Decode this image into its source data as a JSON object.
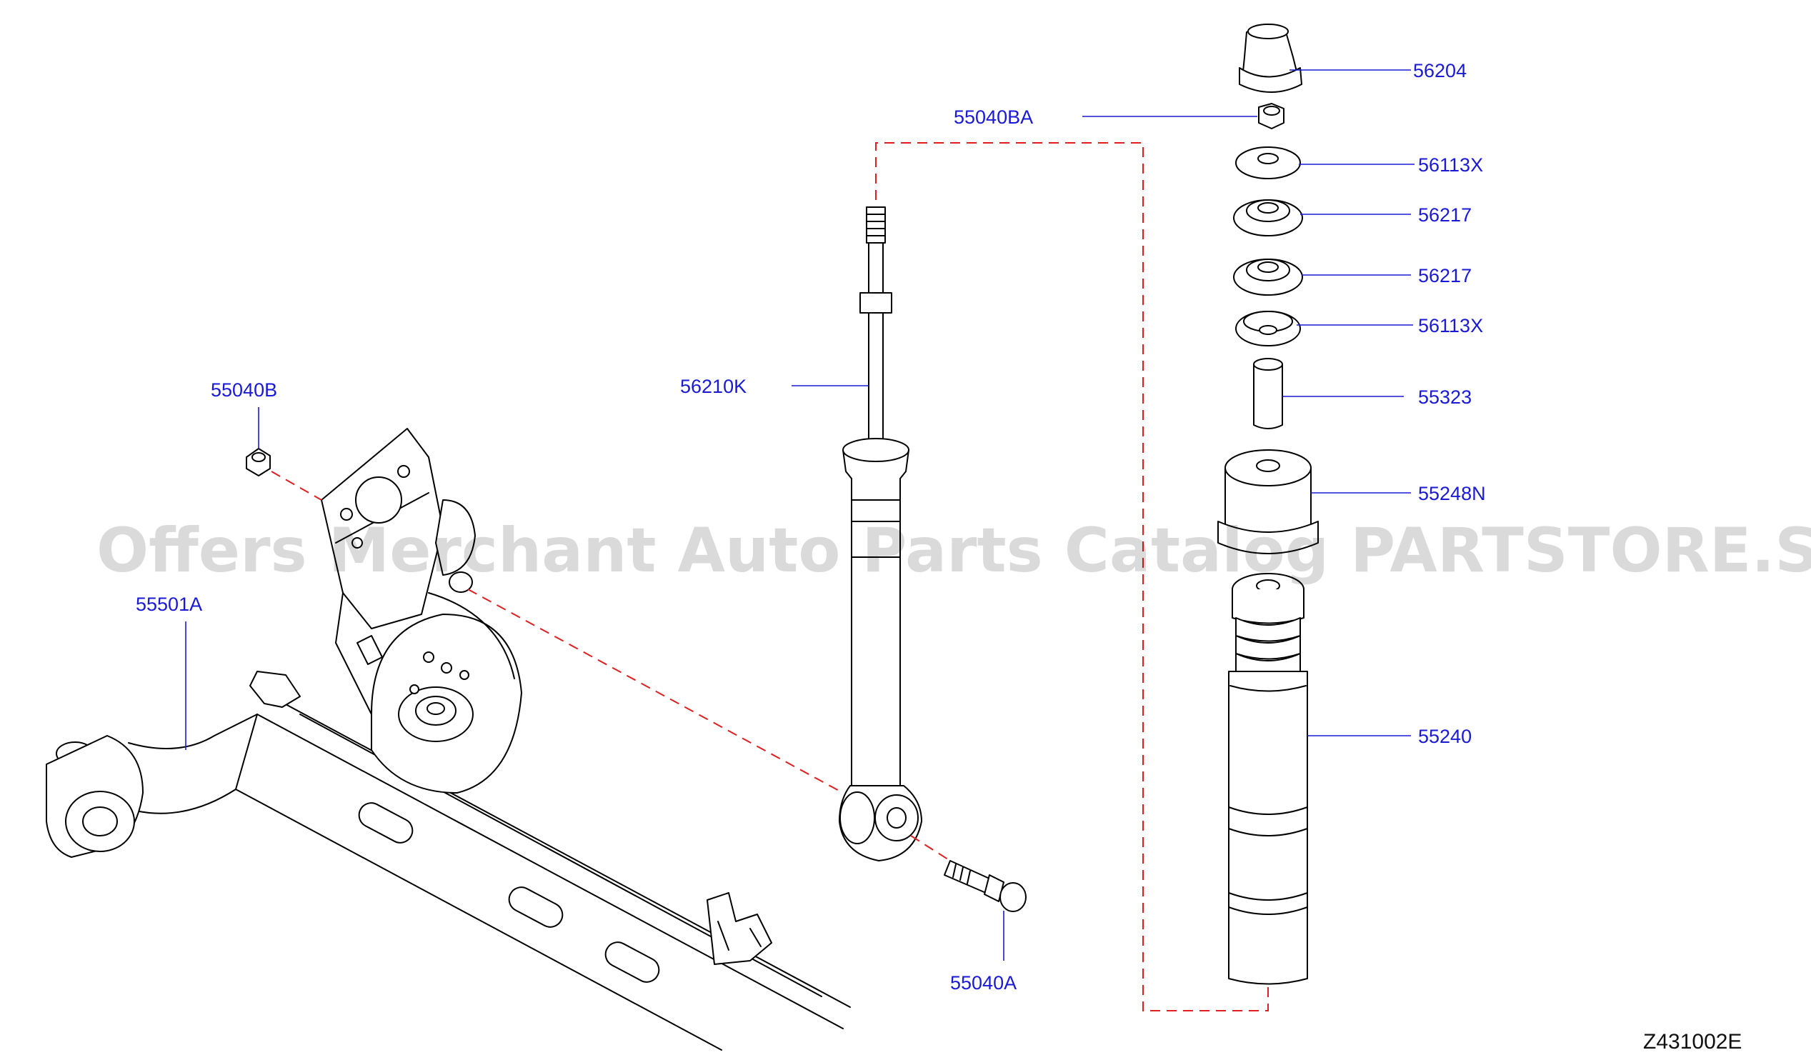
{
  "diagram_code": "Z431002E",
  "watermark": "Offers Merchant Auto Parts Catalog PARTSTORE.SA",
  "part_labels": {
    "p56204": "56204",
    "p55040BA": "55040BA",
    "p56113X_upper": "56113X",
    "p56217_upper": "56217",
    "p56217_lower": "56217",
    "p56113X_lower": "56113X",
    "p55323": "55323",
    "p55248N": "55248N",
    "p55240": "55240",
    "p56210K": "56210K",
    "p55040B": "55040B",
    "p55501A": "55501A",
    "p55040A": "55040A"
  },
  "colors": {
    "label": "#1a1ad6",
    "guide_line": "#e02020",
    "drawing": "#000000"
  }
}
